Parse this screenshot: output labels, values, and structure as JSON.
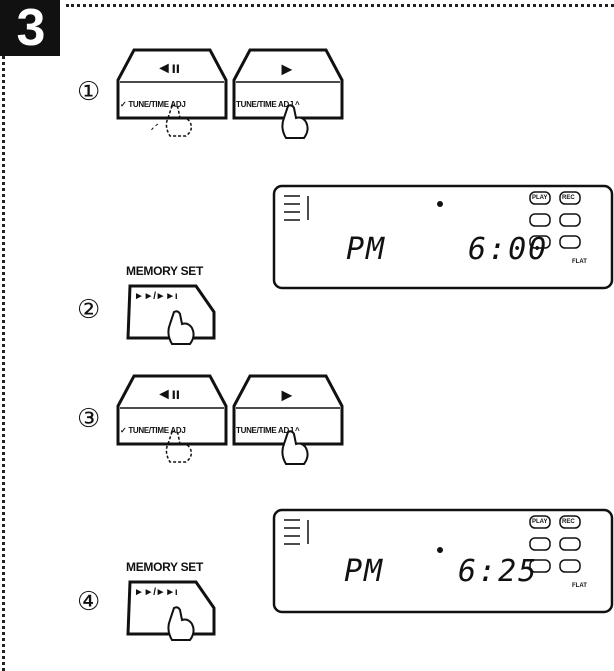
{
  "step_number": "3",
  "steps": [
    {
      "marker": "①",
      "left_button": {
        "glyph": "◄ıı",
        "label": "✓ TUNE/TIME ADJ"
      },
      "right_button": {
        "glyph": "►",
        "label": "TUNE/TIME ADJ ^"
      }
    },
    {
      "marker": "②",
      "button_title": "MEMORY SET",
      "button_glyph": "►►/►►ı",
      "display": {
        "period": "PM",
        "time": "6:00"
      }
    },
    {
      "marker": "③",
      "left_button": {
        "glyph": "◄ıı",
        "label": "✓ TUNE/TIME ADJ"
      },
      "right_button": {
        "glyph": "►",
        "label": "TUNE/TIME ADJ ^"
      }
    },
    {
      "marker": "④",
      "button_title": "MEMORY SET",
      "button_glyph": "►►/►►ı",
      "display": {
        "period": "PM",
        "time": "6:25"
      }
    }
  ],
  "display_mode_labels": [
    "PLAY",
    "REC",
    "PLAY",
    "FLAT"
  ]
}
